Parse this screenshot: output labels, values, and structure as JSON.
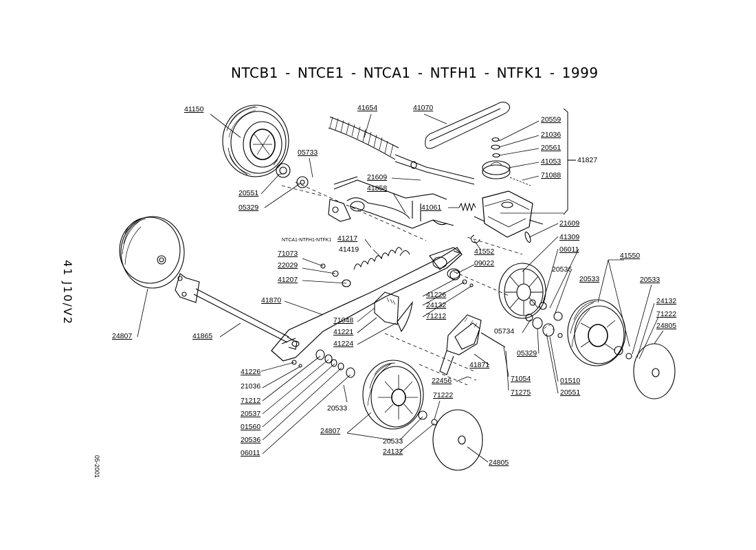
{
  "title_models": [
    "NTCB1",
    "NTCE1",
    "NTCA1",
    "NTFH1",
    "NTFK1",
    "1999"
  ],
  "side_code": "41 J10/V2",
  "date_code": "05-2001",
  "assembly_note": "NTCA1-NTFH1-NTFK1",
  "group_number": "41827",
  "parts": {
    "p41150": "41150",
    "p41654": "41654",
    "p41070": "41070",
    "p20559": "20559",
    "p21036a": "21036",
    "p20561": "20561",
    "p41053": "41053",
    "p71088": "71088",
    "p05733": "05733",
    "p20551a": "20551",
    "p05329a": "05329",
    "p21609a": "21609",
    "p41858": "41858",
    "p41061": "41061",
    "p41552": "41552",
    "p21609b": "21609",
    "p41309": "41309",
    "p06011a": "06011",
    "p20536a": "20536",
    "p41550": "41550",
    "p20533a": "20533",
    "p20533b": "20533",
    "p24132a": "24132",
    "p71222a": "71222",
    "p24805a": "24805",
    "p41217": "41217",
    "p41419": "41419",
    "p71073": "71073",
    "p22029": "22029",
    "p41207": "41207",
    "p09022": "09022",
    "p41226a": "41226",
    "p24132b": "24132",
    "p71212a": "71212",
    "p41870": "41870",
    "p71048": "71048",
    "p41221": "41221",
    "p41224": "41224",
    "p05734": "05734",
    "p05329b": "05329",
    "p01510": "01510",
    "p20551b": "20551",
    "p24807a": "24807",
    "p41865": "41865",
    "p41871": "41871",
    "p71054": "71054",
    "p71275": "71275",
    "p22456": "22456",
    "p71222b": "71222",
    "p41226b": "41226",
    "p21036b": "21036",
    "p71212b": "71212",
    "p20537": "20537",
    "p01560": "01560",
    "p20536b": "20536",
    "p06011b": "06011",
    "p20533c": "20533",
    "p24807b": "24807",
    "p20533d": "20533",
    "p24132c": "24132",
    "p24805b": "24805"
  }
}
